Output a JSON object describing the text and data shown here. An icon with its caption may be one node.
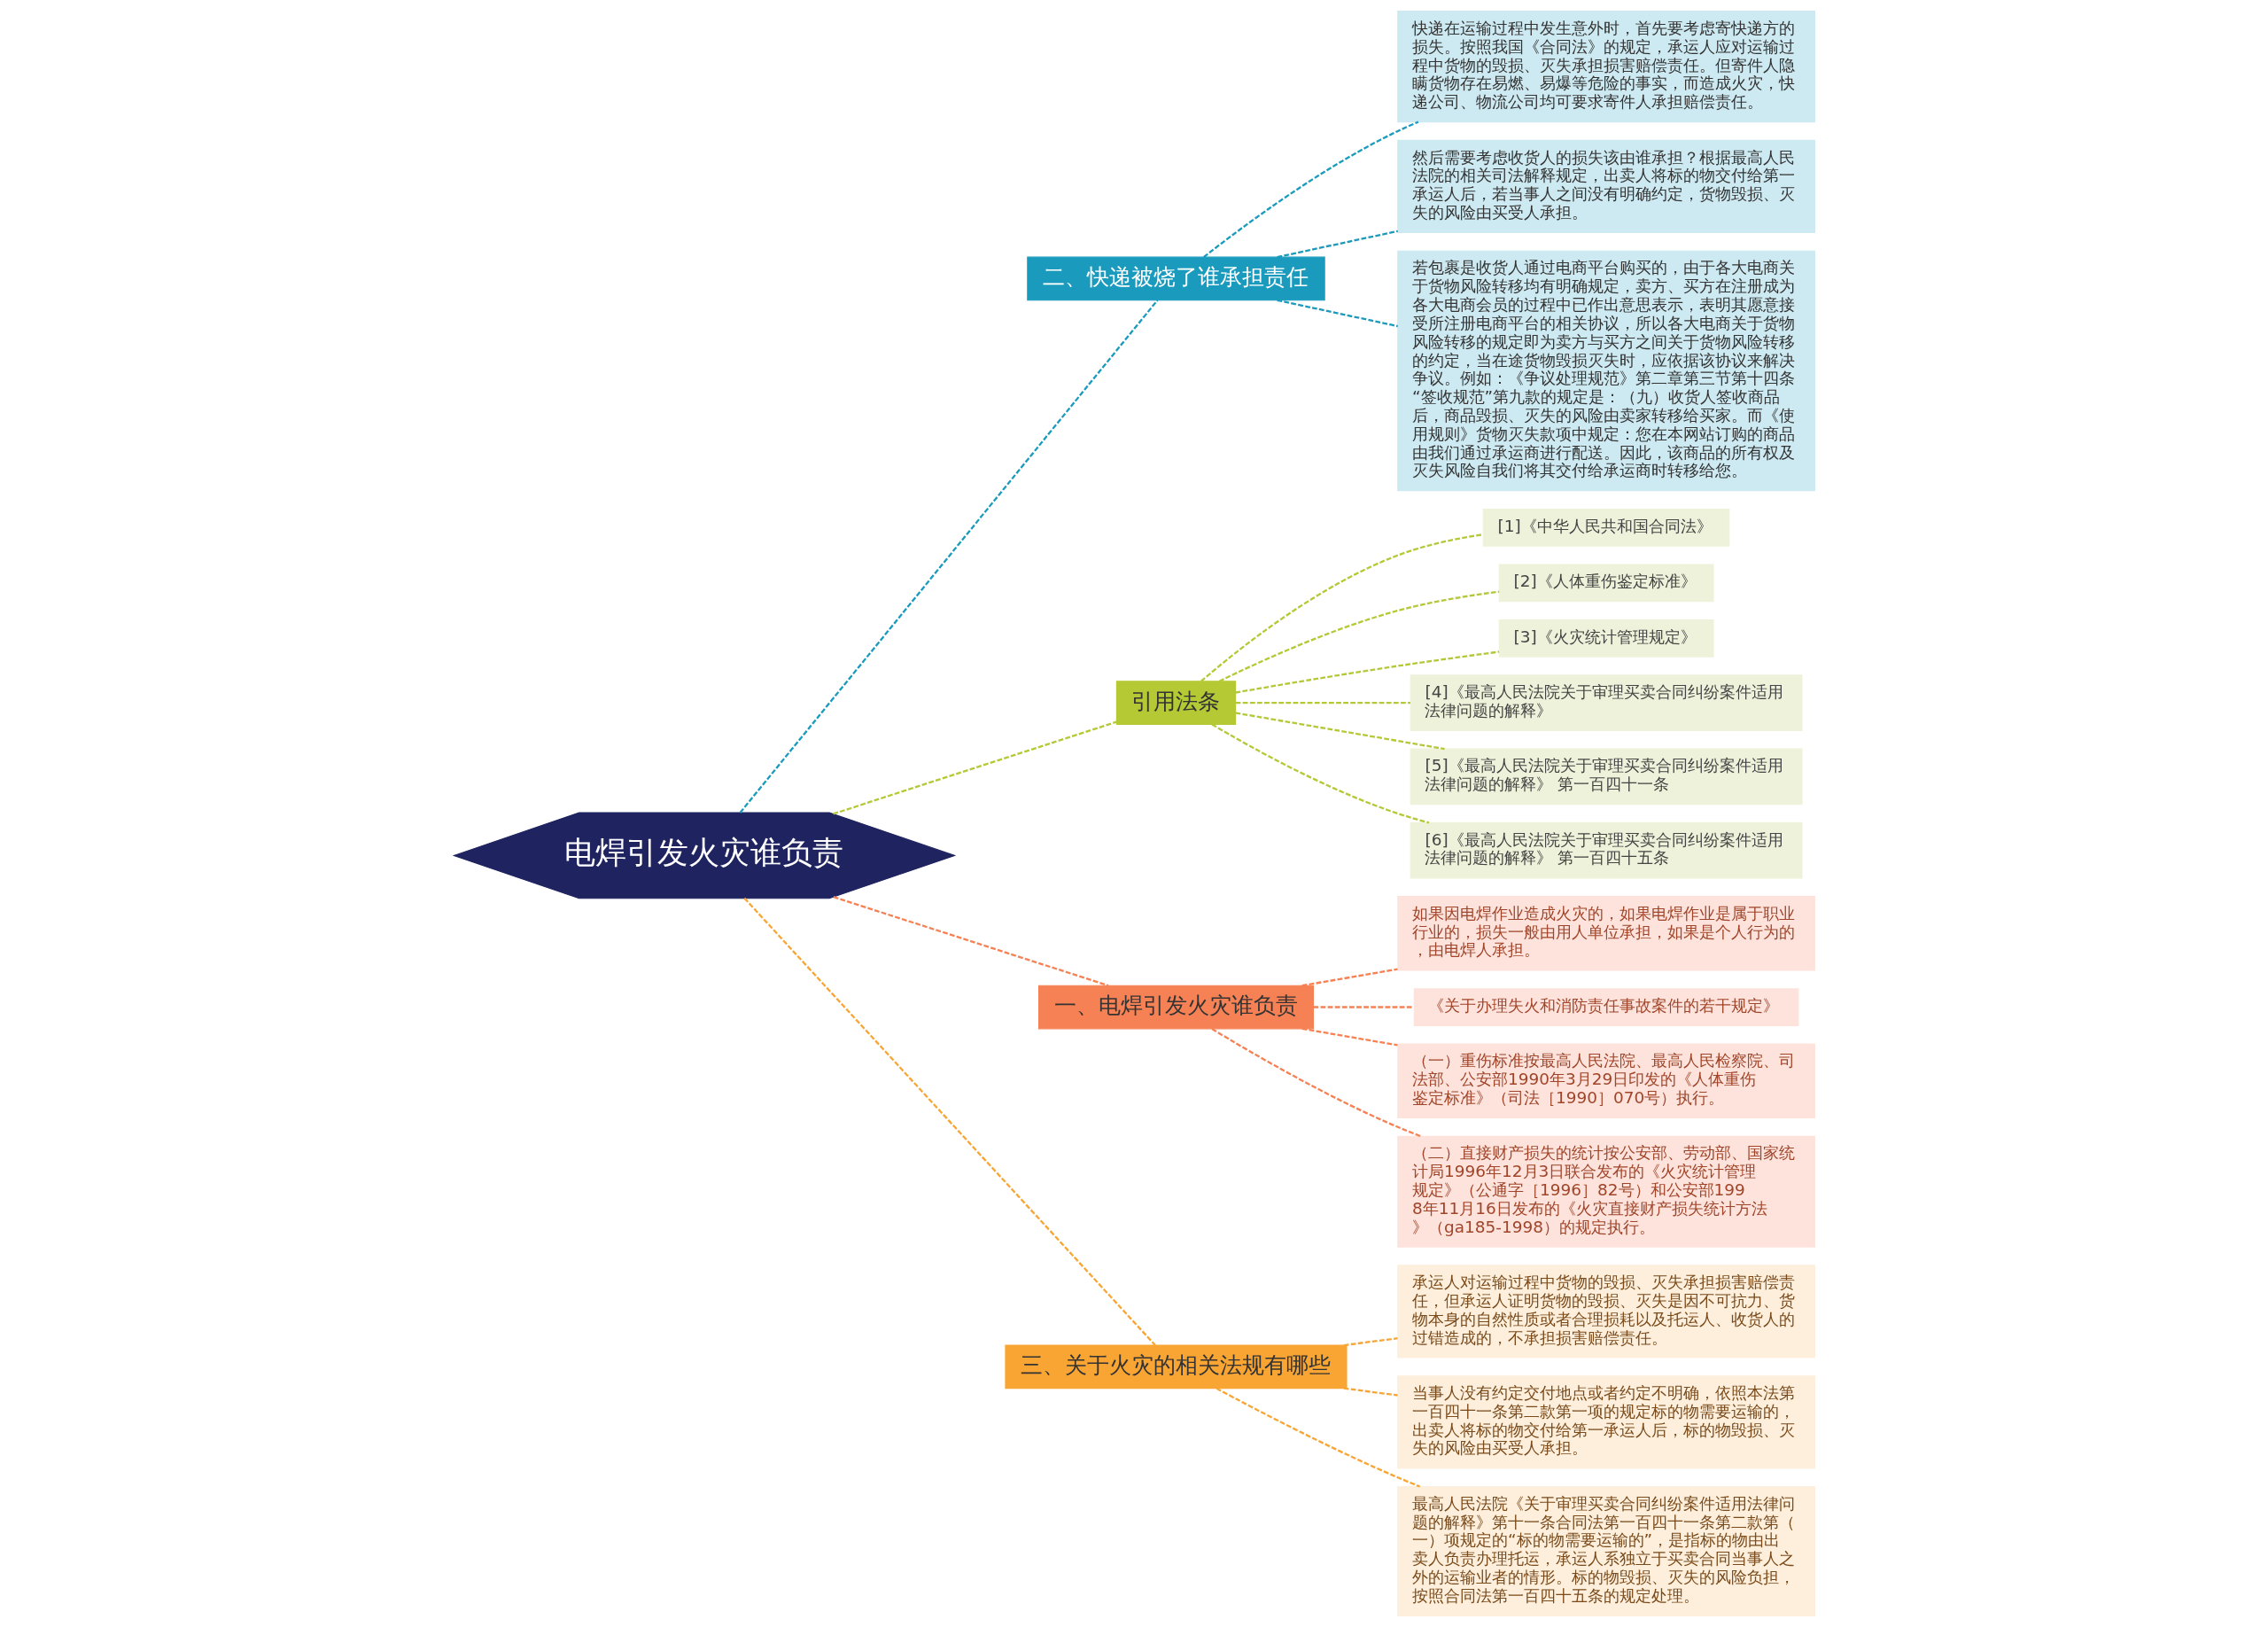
{
  "diagram": {
    "nodes": [
      {
        "text": [
          "电焊引发火灾谁负责"
        ]
      },
      {
        "text": [
          "二、快递被烧了谁承担责任"
        ]
      },
      {
        "text": [
          "快递在运输过程中发生意外时，首先要考虑寄快递方的损失。按照我国《合同法》的规定，承运人应对运输过程中货物的毁损、灭失承担损害赔偿责任。但寄件人隐瞒货物存在易燃、易爆等危险的事实，而造成火灾，快递公司、物流公司均可要求寄件人承担赔偿责任。"
        ]
      },
      {
        "text": [
          "然后需要考虑收货人的损失该由谁承担？根据最高人民法院的相关司法解释规定，出卖人将标的物交付给第一承运人后，若当事人之间没有明确约定，货物毁损、灭失的风险由买受人承担。"
        ]
      },
      {
        "text": [
          "若包裹是收货人通过电商平台购买的，由于各大电商关于货物风险转移均有明确规定，卖方、买方在注册成为各大电商会员的过程中已作出意思表示，表明其愿意接受所注册电商平台的相关协议，所以各大电商关于货物风险转移的规定即为卖方与买方之间关于货物风险转移的约定，当在途货物毁损灭失时，应依据该协议来解决争议。例如：《争议处理规范》第二章第三节第十四条“签收规范”第九款的规定是：（九）收货人签收商品后，商品毁损、灭失的风险由卖家转移给买家。而《使用规则》货物灭失款项中规定：您在本网站订购的商品由我们通过承运商进行配送。因此，该商品的所有权及灭失风险自我们将其交付给承运商时转移给您。"
        ]
      },
      {
        "text": [
          "引用法条"
        ]
      },
      {
        "text": [
          "[1]《中华人民共和国合同法》"
        ]
      },
      {
        "text": [
          "[2]《人体重伤鉴定标准》"
        ]
      },
      {
        "text": [
          "[3]《火灾统计管理规定》"
        ]
      },
      {
        "text": [
          "[4]《最高人民法院关于审理买卖合同纠纷案件适用法律问题的解释》"
        ]
      },
      {
        "text": [
          "[5]《最高人民法院关于审理买卖合同纠纷案件适用法律问题的解释》 第一百四十一条"
        ]
      },
      {
        "text": [
          "[6]《最高人民法院关于审理买卖合同纠纷案件适用法律问题的解释》 第一百四十五条"
        ]
      },
      {
        "text": [
          "一、电焊引发火灾谁负责"
        ]
      },
      {
        "text": [
          "如果因电焊作业造成火灾的，如果电焊作业是属于职业行业的，损失一般由用人单位承担，如果是个人行为的，由电焊人承担。"
        ]
      },
      {
        "text": [
          "《关于办理失火和消防责任事故案件的若干规定》"
        ]
      },
      {
        "text": [
          "（一）重伤标准按最高人民法院、最高人民检察院、司法部、公安部1990年3月29日印发的《人体重伤鉴定标准》（司法［1990］070号）执行。"
        ]
      },
      {
        "text": [
          "（二）直接财产损失的统计按公安部、劳动部、国家统计局1996年12月3日联合发布的《火灾统计管理规定》（公通字［1996］82号）和公安部1998年11月16日发布的《火灾直接财产损失统计方法》（ga185-1998）的规定执行。"
        ]
      },
      {
        "text": [
          "三、关于火灾的相关法规有哪些"
        ]
      },
      {
        "text": [
          "承运人对运输过程中货物的毁损、灭失承担损害赔偿责任，但承运人证明货物的毁损、灭失是因不可抗力、货物本身的自然性质或者合理损耗以及托运人、收货人的过错造成的，不承担损害赔偿责任。"
        ]
      },
      {
        "text": [
          "当事人没有约定交付地点或者约定不明确，依照本法第一百四十一条第二款第一项的规定标的物需要运输的，出卖人将标的物交付给第一承运人后，标的物毁损、灭失的风险由买受人承担。"
        ]
      },
      {
        "text": [
          "最高人民法院《关于审理买卖合同纠纷案件适用法律问题的解释》第十一条合同法第一百四十一条第二款第（一）项规定的“标的物需要运输的”，是指标的物由出卖人负责办理托运，承运人系独立于买卖合同当事人之外的运输业者的情形。标的物毁损、灭失的风险负担，按照合同法第一百四十五条的规定处理。"
        ]
      }
    ],
    "edges": [
      {
        "from": 0,
        "to": 1,
        "arrow": "none",
        "style": "dashed",
        "color": "#1a9bbd"
      },
      {
        "from": 1,
        "to": 2,
        "arrow": "none",
        "style": "dashed",
        "color": "#1a9bbd"
      },
      {
        "from": 1,
        "to": 3,
        "arrow": "none",
        "style": "dashed",
        "color": "#1a9bbd"
      },
      {
        "from": 1,
        "to": 4,
        "arrow": "none",
        "style": "dashed",
        "color": "#1a9bbd"
      },
      {
        "from": 0,
        "to": 5,
        "arrow": "none",
        "style": "dashed",
        "color": "#b5c934"
      },
      {
        "from": 5,
        "to": 6,
        "arrow": "none",
        "style": "dashed",
        "color": "#b5c934"
      },
      {
        "from": 5,
        "to": 7,
        "arrow": "none",
        "style": "dashed",
        "color": "#b5c934"
      },
      {
        "from": 5,
        "to": 8,
        "arrow": "none",
        "style": "dashed",
        "color": "#b5c934"
      },
      {
        "from": 5,
        "to": 9,
        "arrow": "none",
        "style": "dashed",
        "color": "#b5c934"
      },
      {
        "from": 5,
        "to": 10,
        "arrow": "none",
        "style": "dashed",
        "color": "#b5c934"
      },
      {
        "from": 5,
        "to": 11,
        "arrow": "none",
        "style": "dashed",
        "color": "#b5c934"
      },
      {
        "from": 0,
        "to": 12,
        "arrow": "none",
        "style": "dashed",
        "color": "#f58155"
      },
      {
        "from": 12,
        "to": 13,
        "arrow": "none",
        "style": "dashed",
        "color": "#f58155"
      },
      {
        "from": 12,
        "to": 14,
        "arrow": "none",
        "style": "dashed",
        "color": "#f58155"
      },
      {
        "from": 12,
        "to": 15,
        "arrow": "none",
        "style": "dashed",
        "color": "#f58155"
      },
      {
        "from": 12,
        "to": 16,
        "arrow": "none",
        "style": "dashed",
        "color": "#f58155"
      },
      {
        "from": 0,
        "to": 17,
        "arrow": "none",
        "style": "dashed",
        "color": "#f9a533"
      },
      {
        "from": 17,
        "to": 18,
        "arrow": "none",
        "style": "dashed",
        "color": "#f9a533"
      },
      {
        "from": 17,
        "to": 19,
        "arrow": "none",
        "style": "dashed",
        "color": "#f9a533"
      },
      {
        "from": 17,
        "to": 20,
        "arrow": "none",
        "style": "dashed",
        "color": "#f9a533"
      }
    ]
  }
}
